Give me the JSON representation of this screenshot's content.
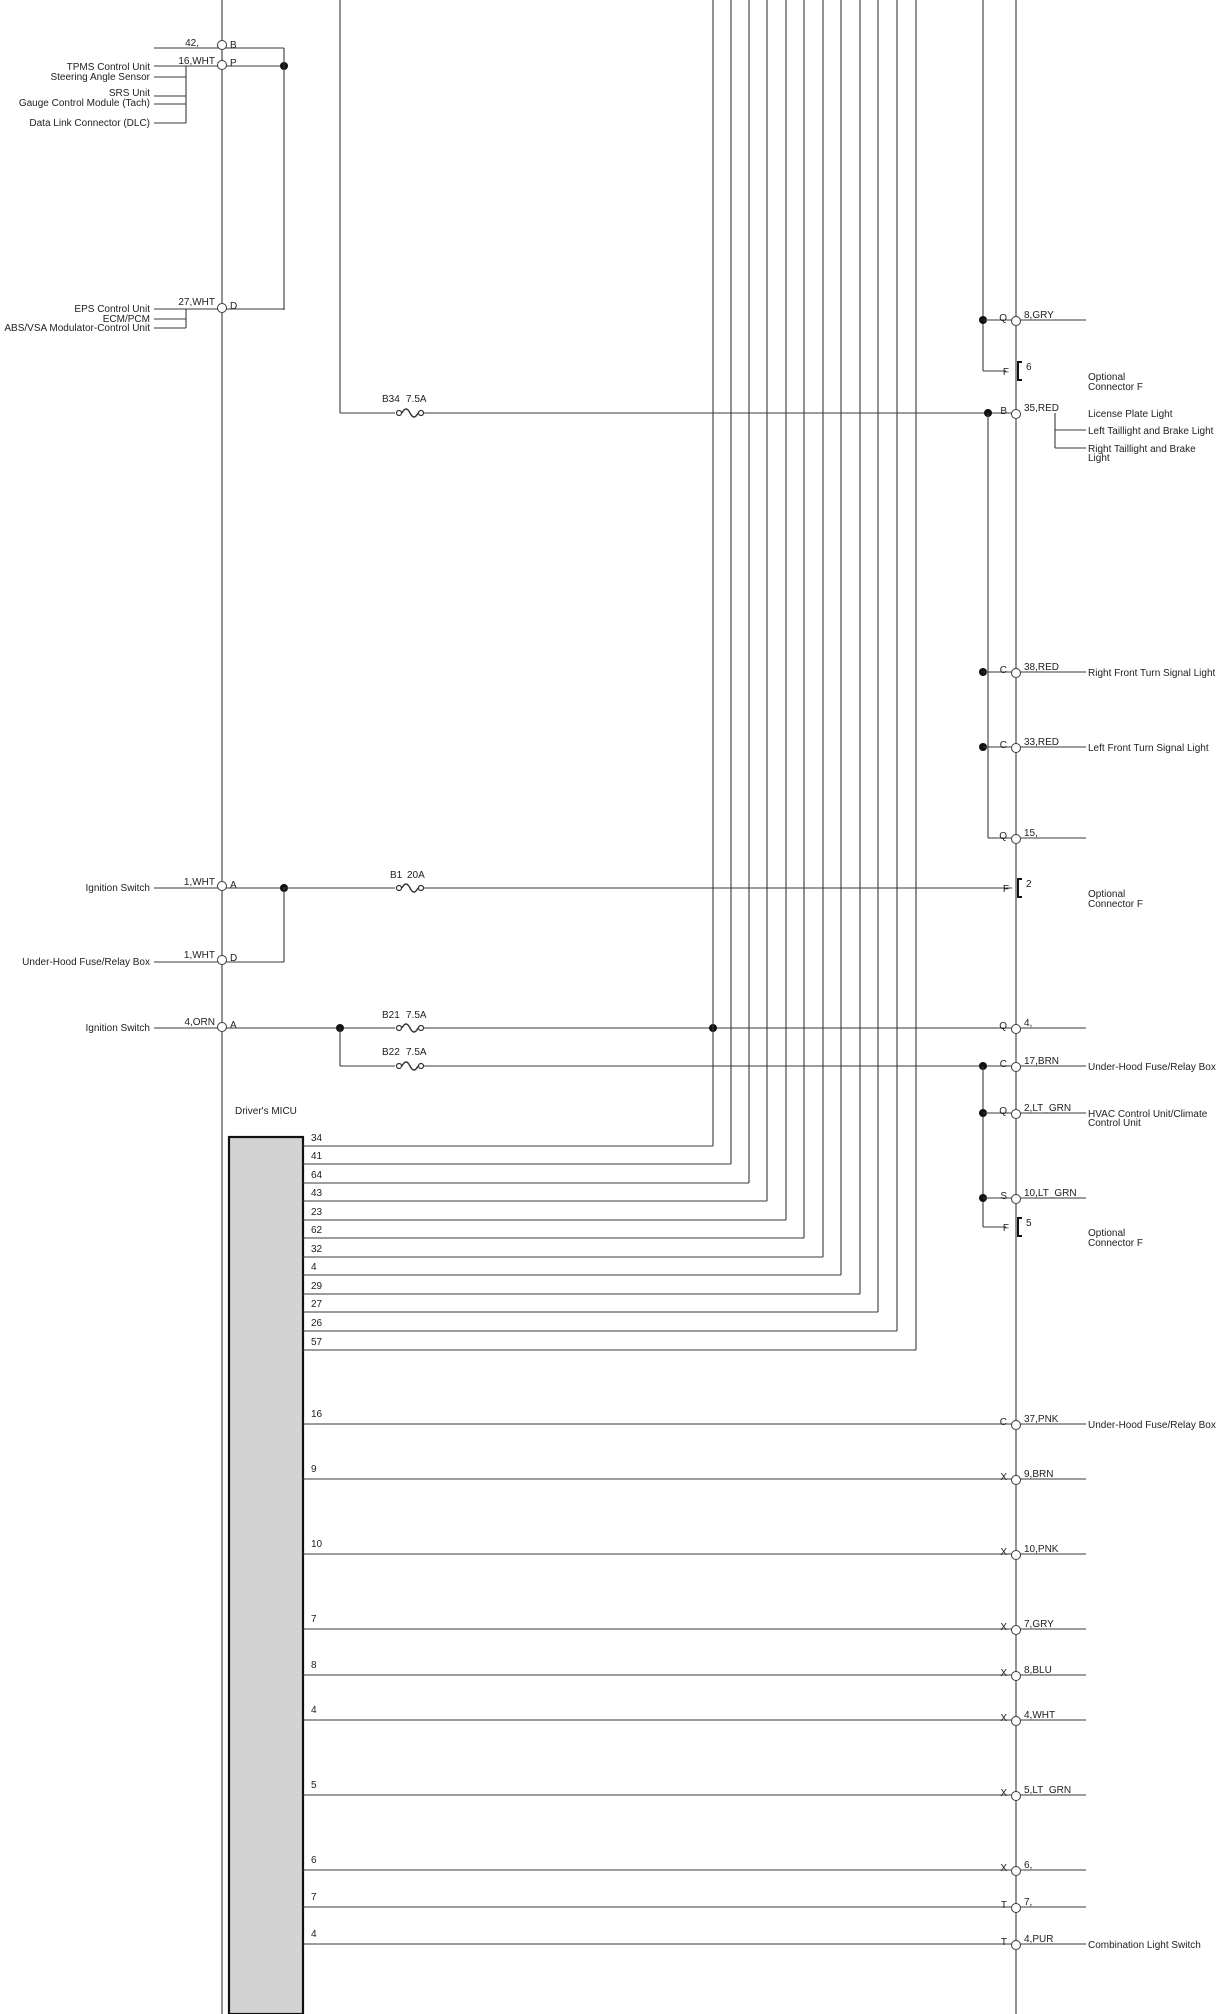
{
  "left_connectors": [
    {
      "wire": "42,",
      "letter": "B",
      "labels": []
    },
    {
      "wire": "16,WHT",
      "letter": "P",
      "labels": [
        "TPMS Control Unit",
        "Steering Angle Sensor",
        "SRS Unit",
        "Gauge Control Module (Tach)",
        "Data Link Connector (DLC)"
      ]
    },
    {
      "wire": "27,WHT",
      "letter": "D",
      "labels": [
        "EPS Control Unit",
        "ECM/PCM",
        "ABS/VSA Modulator-Control Unit"
      ]
    },
    {
      "wire": "1,WHT",
      "letter": "A",
      "labels": [
        "Ignition Switch"
      ]
    },
    {
      "wire": "1,WHT",
      "letter": "D",
      "labels": [
        "Under-Hood Fuse/Relay Box"
      ]
    },
    {
      "wire": "4,ORN",
      "letter": "A",
      "labels": [
        "Ignition Switch"
      ]
    }
  ],
  "fuses": [
    {
      "id": "B34",
      "rating": "7.5A"
    },
    {
      "id": "B1",
      "rating": "20A"
    },
    {
      "id": "B21",
      "rating": "7.5A"
    },
    {
      "id": "B22",
      "rating": "7.5A"
    }
  ],
  "micu": {
    "title": "Driver's MICU",
    "bus_pins": [
      "34",
      "41",
      "64",
      "43",
      "23",
      "62",
      "32",
      "4",
      "29",
      "27",
      "26",
      "57"
    ],
    "lower_pins": [
      "16",
      "9",
      "10",
      "7",
      "8",
      "4",
      "5",
      "6",
      "7",
      "4"
    ]
  },
  "right_connectors": [
    {
      "letter": "Q",
      "wire": "8,GRY",
      "labels": []
    },
    {
      "letter": "F",
      "pin": "6",
      "labels": [
        "Optional",
        "Connector F"
      ]
    },
    {
      "letter": "B",
      "wire": "35,RED",
      "labels": [
        "License Plate Light",
        "Left Taillight and Brake Light",
        "Right Taillight and Brake",
        "Light"
      ]
    },
    {
      "letter": "C",
      "wire": "38,RED",
      "labels": [
        "Right Front Turn Signal Light"
      ]
    },
    {
      "letter": "C",
      "wire": "33,RED",
      "labels": [
        "Left Front Turn Signal Light"
      ]
    },
    {
      "letter": "Q",
      "wire": "15,",
      "labels": []
    },
    {
      "letter": "F",
      "pin": "2",
      "labels": [
        "Optional",
        "Connector F"
      ]
    },
    {
      "letter": "Q",
      "wire": "4,",
      "labels": []
    },
    {
      "letter": "C",
      "wire": "17,BRN",
      "labels": [
        "Under-Hood Fuse/Relay Box"
      ]
    },
    {
      "letter": "Q",
      "wire": "2,LT_GRN",
      "labels": [
        "HVAC Control Unit/Climate",
        "Control Unit"
      ]
    },
    {
      "letter": "S",
      "wire": "10,LT_GRN",
      "labels": []
    },
    {
      "letter": "F",
      "pin": "5",
      "labels": [
        "Optional",
        "Connector F"
      ]
    },
    {
      "letter": "C",
      "wire": "37,PNK",
      "labels": [
        "Under-Hood Fuse/Relay Box"
      ]
    },
    {
      "letter": "X",
      "wire": "9,BRN",
      "labels": []
    },
    {
      "letter": "X",
      "wire": "10,PNK",
      "labels": []
    },
    {
      "letter": "X",
      "wire": "7,GRY",
      "labels": []
    },
    {
      "letter": "X",
      "wire": "8,BLU",
      "labels": []
    },
    {
      "letter": "X",
      "wire": "4,WHT",
      "labels": []
    },
    {
      "letter": "X",
      "wire": "5,LT_GRN",
      "labels": []
    },
    {
      "letter": "X",
      "wire": "6,",
      "labels": []
    },
    {
      "letter": "T",
      "wire": "7,",
      "labels": []
    },
    {
      "letter": "T",
      "wire": "4,PUR",
      "labels": [
        "Combination Light Switch"
      ]
    }
  ]
}
